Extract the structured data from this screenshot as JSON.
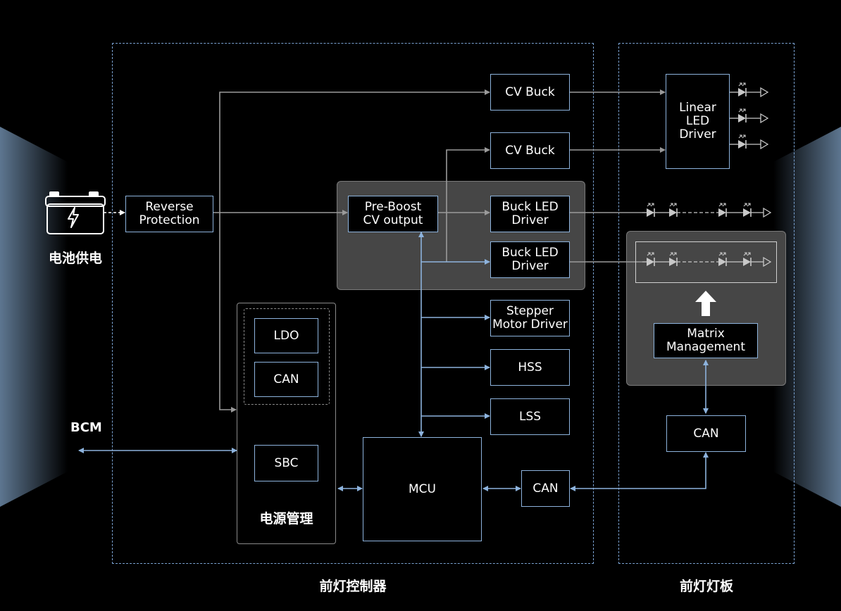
{
  "battery": {
    "label": "电池供电"
  },
  "bcm": {
    "label": "BCM"
  },
  "regions": {
    "controller": "前灯控制器",
    "lamp_board": "前灯灯板",
    "power_mgmt": "电源管理"
  },
  "blocks": {
    "reverse_protection": "Reverse\nProtection",
    "cv_buck_1": "CV Buck",
    "cv_buck_2": "CV Buck",
    "pre_boost": "Pre-Boost\nCV output",
    "buck_led_1": "Buck LED\nDriver",
    "buck_led_2": "Buck LED\nDriver",
    "stepper": "Stepper\nMotor Driver",
    "hss": "HSS",
    "lss": "LSS",
    "ldo": "LDO",
    "can_pm": "CAN",
    "sbc": "SBC",
    "mcu": "MCU",
    "can_ctrl": "CAN",
    "linear_led": "Linear\nLED\nDriver",
    "matrix": "Matrix\nManagement",
    "can_lamp": "CAN"
  },
  "colors": {
    "background": "#000000",
    "box_border": "#8db3dd",
    "dashed_outline": "#7aa2d2",
    "grey_panel": "#464646",
    "power_arrow": "#9a9a9a",
    "signal_arrow": "#8db3dd",
    "led_icon": "#c8c8c8"
  },
  "icons": [
    "battery-icon",
    "lightning-icon",
    "led-diode-icon",
    "up-arrow-icon"
  ]
}
